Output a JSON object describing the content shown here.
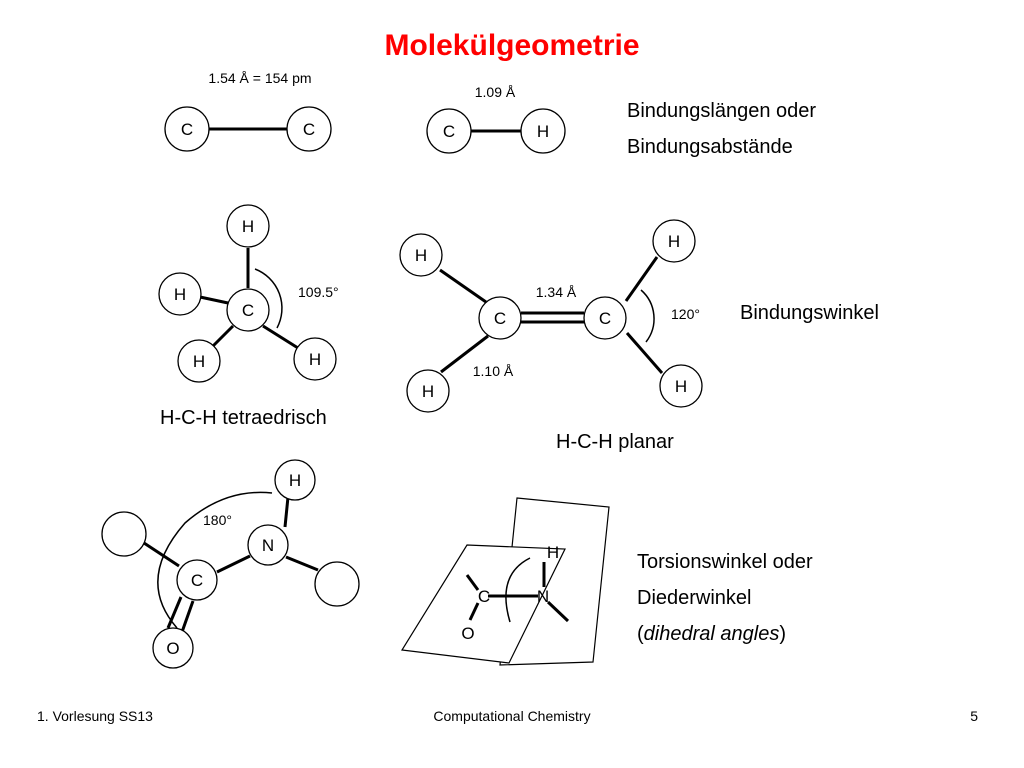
{
  "title": "Molekülgeometrie",
  "bond_lengths": {
    "cc_label": "1.54 Å = 154 pm",
    "ch_label": "1.09 Å",
    "caption_line1": "Bindungslängen oder",
    "caption_line2": "Bindungsabstände"
  },
  "tetrahedral": {
    "angle_label": "109.5°",
    "caption": "H-C-H tetraedrisch"
  },
  "planar": {
    "cc_double_label": "1.34 Å",
    "ch_label": "1.10 Å",
    "angle_label": "120°",
    "caption": "H-C-H planar"
  },
  "bond_angles_caption": "Bindungswinkel",
  "amide": {
    "angle_label": "180°"
  },
  "torsion": {
    "caption_line1": "Torsionswinkel oder",
    "caption_line2": "Diederwinkel",
    "caption_open": "(",
    "caption_italic": "dihedral angles",
    "caption_close": ")"
  },
  "atoms": {
    "C": "C",
    "H": "H",
    "N": "N",
    "O": "O"
  },
  "footer": {
    "left": "1. Vorlesung SS13",
    "center": "Computational Chemistry",
    "right": "5"
  }
}
